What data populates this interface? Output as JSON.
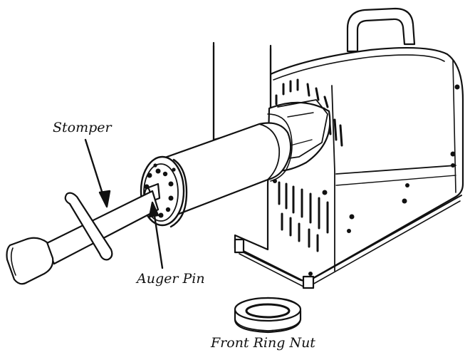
{
  "labels": {
    "stomper": "Stomper",
    "auger_pin": "Auger Pin",
    "front_ring_nut": "Front Ring Nut"
  },
  "colors": {
    "line": "#111111",
    "fill": "#ffffff"
  }
}
